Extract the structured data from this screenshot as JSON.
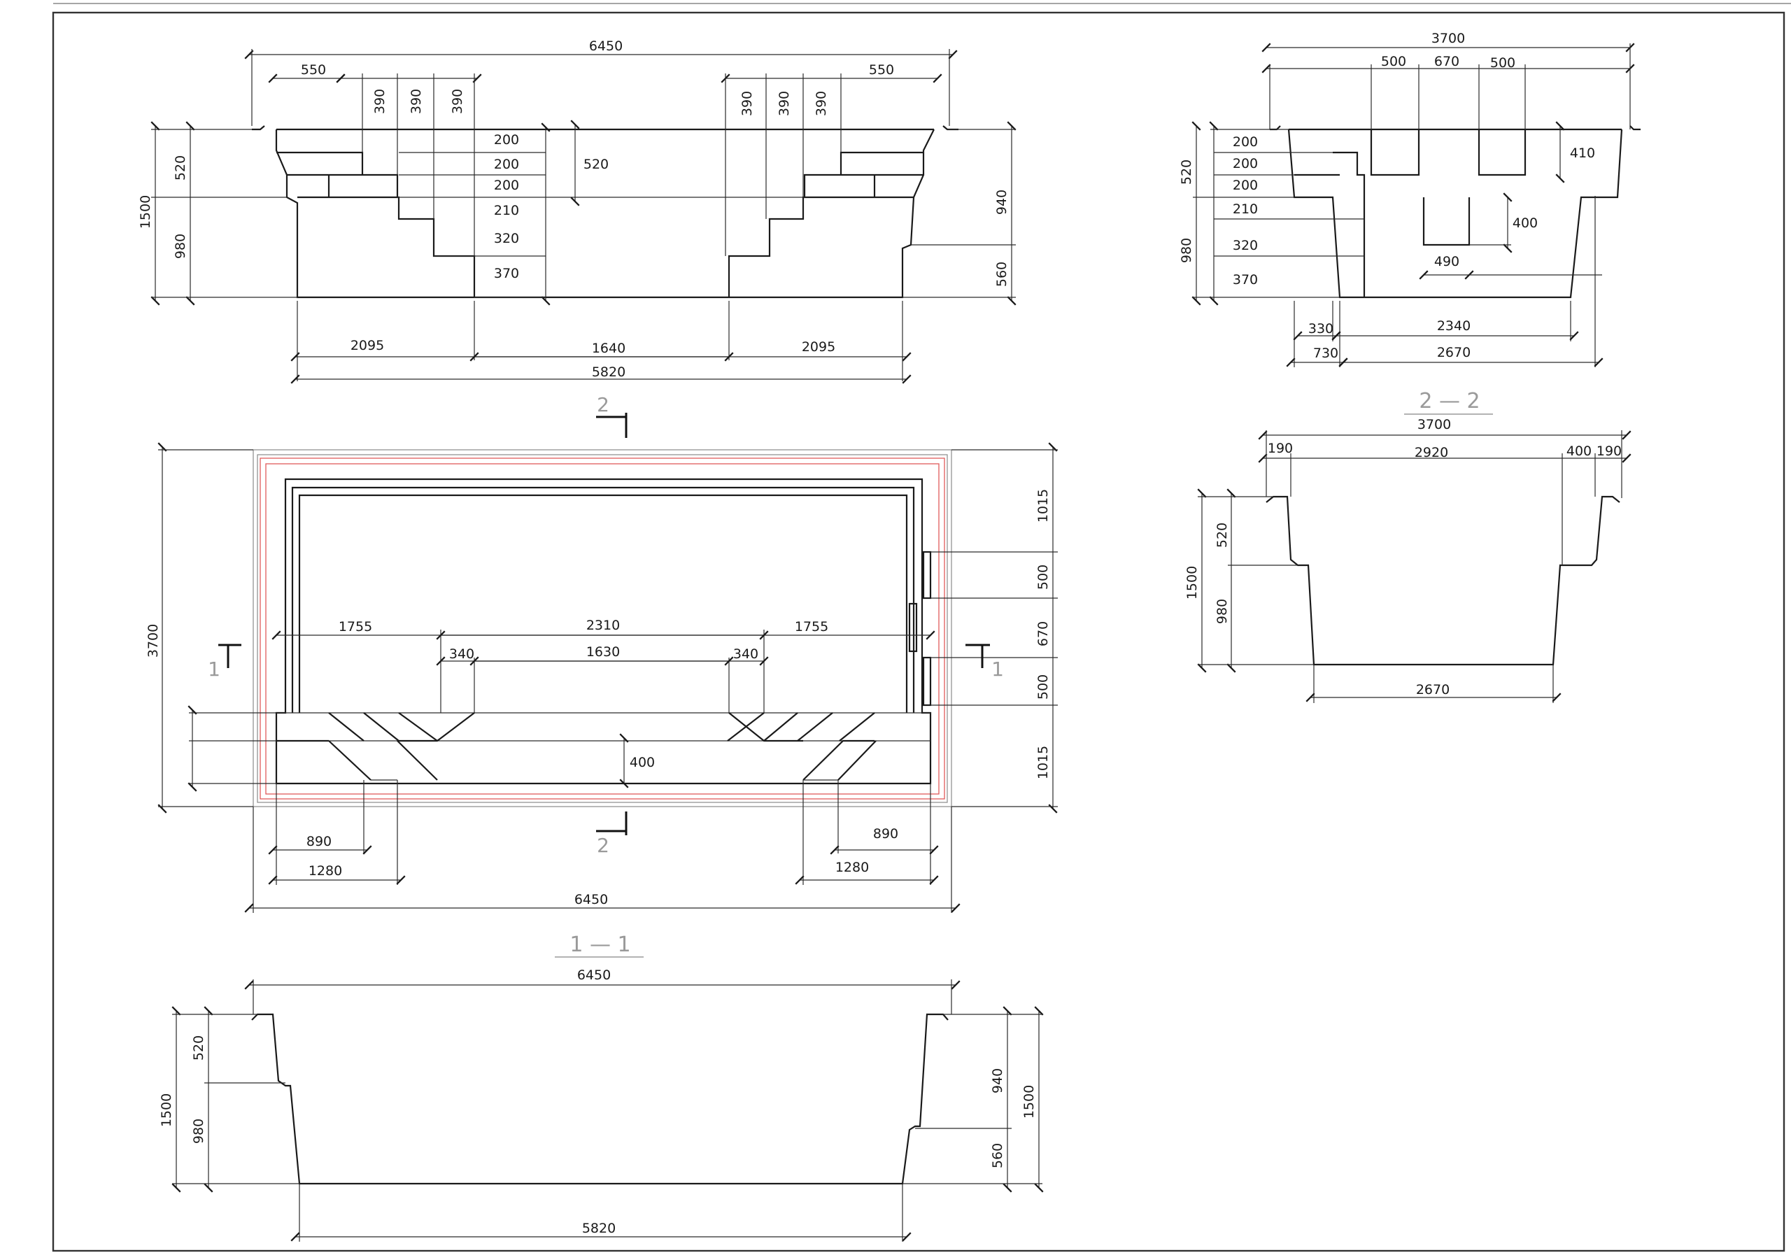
{
  "views": {
    "section_1_1": {
      "title": "1 — 1"
    },
    "section_2_2": {
      "title": "2 — 2"
    }
  },
  "cut_marks": {
    "section_1": "1",
    "section_2": "2"
  },
  "dims": {
    "top_view": {
      "overall_width": "6450",
      "step_left": "550",
      "step_right": "550",
      "riser_390_a": "390",
      "riser_390_b": "390",
      "riser_390_c": "390",
      "riser_390_d": "390",
      "riser_390_e": "390",
      "riser_390_f": "390",
      "rise_200_a": "200",
      "rise_200_b": "200",
      "rise_200_c": "200",
      "rise_210": "210",
      "rise_320": "320",
      "rise_370": "370",
      "shelf_520_mid": "520",
      "left_520": "520",
      "left_980": "980",
      "left_1500": "1500",
      "right_940": "940",
      "right_560": "560",
      "bottom_2095_a": "2095",
      "bottom_1640": "1640",
      "bottom_2095_b": "2095",
      "bottom_5820": "5820"
    },
    "side_view": {
      "width_3700": "3700",
      "w_500_a": "500",
      "w_670": "670",
      "w_500_b": "500",
      "r_200_a": "200",
      "r_200_b": "200",
      "r_200_c": "200",
      "r_210": "210",
      "r_320": "320",
      "r_370": "370",
      "h_520": "520",
      "h_980": "980",
      "d_410": "410",
      "d_400": "400",
      "d_490": "490",
      "b_330": "330",
      "b_2340": "2340",
      "b_730": "730",
      "b_2670": "2670"
    },
    "plan_view": {
      "height_3700": "3700",
      "r_1015_top": "1015",
      "r_500_a": "500",
      "r_670": "670",
      "r_500_b": "500",
      "r_1015_bottom": "1015",
      "i_1755_a": "1755",
      "i_2310": "2310",
      "i_1755_b": "1755",
      "i_340_a": "340",
      "i_1630": "1630",
      "i_340_b": "340",
      "i_400": "400",
      "b_890_a": "890",
      "b_890_b": "890",
      "b_1280_a": "1280",
      "b_1280_b": "1280",
      "b_6450": "6450"
    },
    "section_2_2": {
      "width_3700": "3700",
      "w_190_a": "190",
      "w_2920": "2920",
      "w_400": "400",
      "w_190_b": "190",
      "h_520": "520",
      "h_1500": "1500",
      "h_980": "980",
      "bottom_2670": "2670"
    },
    "section_1_1": {
      "width_6450": "6450",
      "h_520": "520",
      "h_1500": "1500",
      "h_980": "980",
      "r_940": "940",
      "r_1500": "1500",
      "r_560": "560",
      "bottom_5820": "5820"
    }
  }
}
